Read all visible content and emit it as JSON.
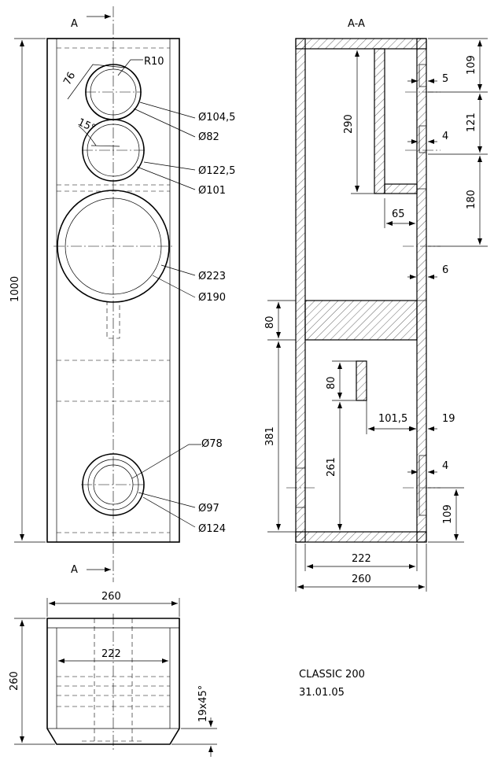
{
  "section_marks": {
    "front_top": "A",
    "front_bottom": "A",
    "section_title": "A-A"
  },
  "front_view": {
    "overall_height": "1000",
    "radius": "R10",
    "angle_dim": "76",
    "angle": "15°",
    "driver_dims": [
      "Ø104,5",
      "Ø82",
      "Ø122,5",
      "Ø101",
      "Ø223",
      "Ø190",
      "Ø78",
      "Ø97",
      "Ø124"
    ]
  },
  "section_view": {
    "right_dims": [
      "109",
      "121",
      "180",
      "109"
    ],
    "small_dims": [
      "5",
      "4",
      "6",
      "19",
      "4"
    ],
    "left_dims": [
      "290",
      "80",
      "381"
    ],
    "inner_dims": [
      "65",
      "80",
      "101,5",
      "261"
    ],
    "width_inner": "222",
    "width_outer": "260"
  },
  "top_view": {
    "width_outer": "260",
    "width_inner": "222",
    "depth": "260",
    "chamfer": "19x45°"
  },
  "title_block": {
    "name": "CLASSIC 200",
    "date": "31.01.05"
  }
}
